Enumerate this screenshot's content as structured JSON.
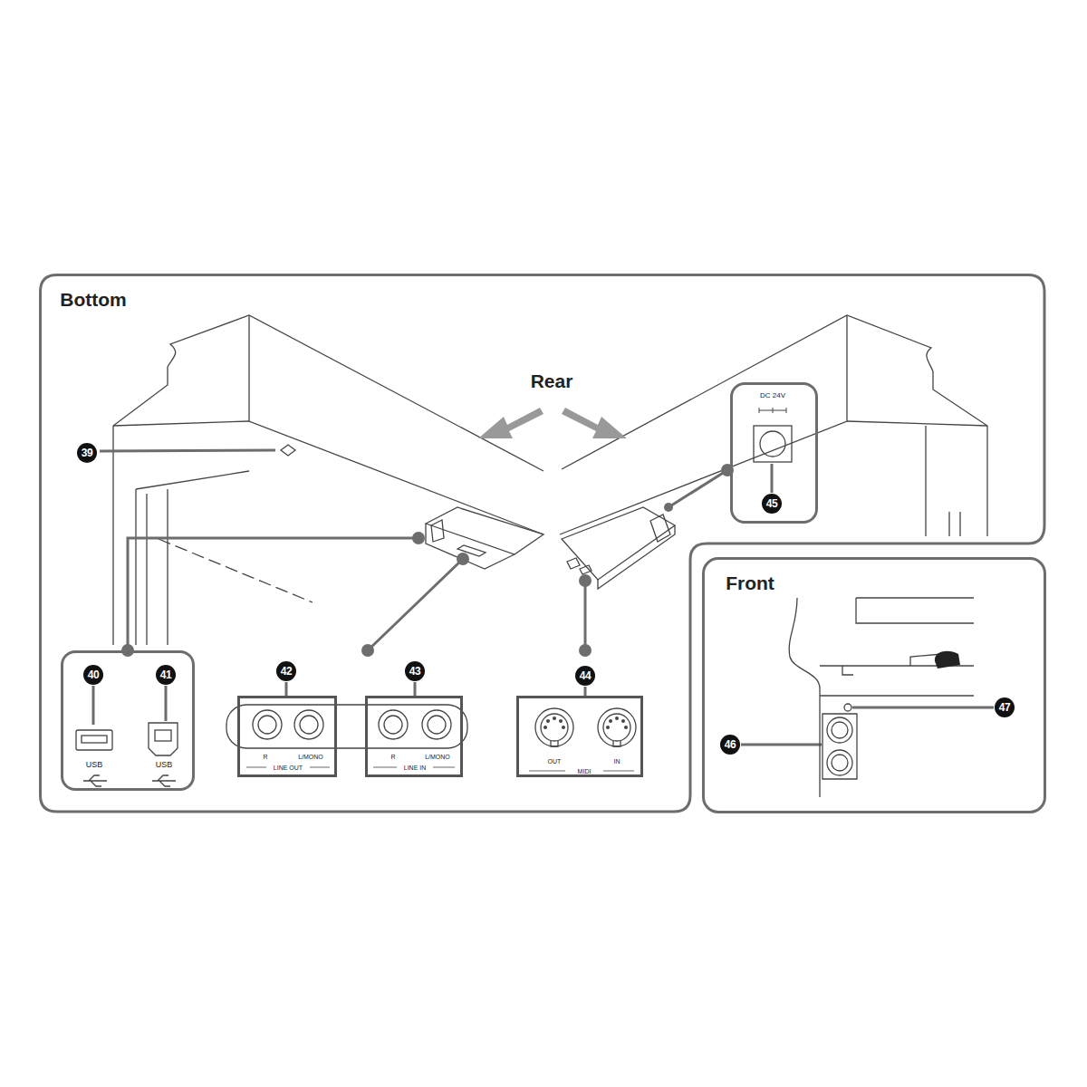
{
  "diagram": {
    "nodes": [
      {
        "text": [
          "Bottom"
        ]
      },
      {
        "text": [
          "DC 24V"
        ],
        "in": 0
      },
      {
        "text": [
          "USB",
          "USB"
        ],
        "in": 0
      },
      {
        "text": [
          "R",
          "L/MONO",
          "LINE OUT"
        ],
        "in": 0
      },
      {
        "text": [
          "R",
          "L/MONO",
          "LINE IN"
        ],
        "in": 0
      },
      {
        "text": [
          "OUT",
          "IN",
          "MIDI"
        ],
        "in": 0
      },
      {
        "text": [
          "Front"
        ]
      }
    ],
    "edges": [],
    "labels": [
      "Rear",
      "39",
      "40",
      "41",
      "42",
      "43",
      "44",
      "45",
      "46",
      "47"
    ]
  }
}
